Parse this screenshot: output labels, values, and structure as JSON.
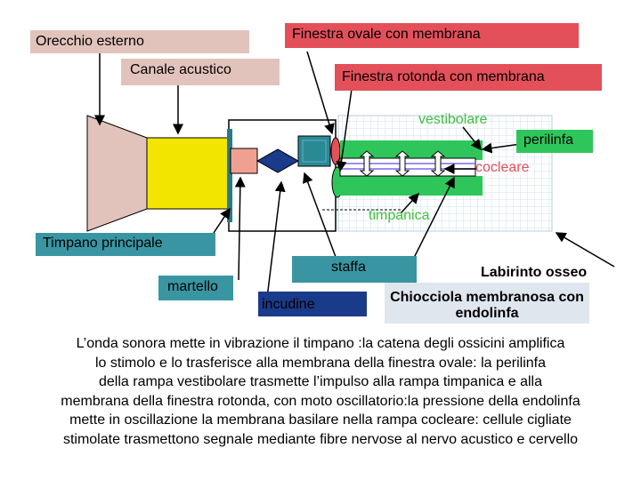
{
  "labels": {
    "outer_ear": "Orecchio esterno",
    "ear_canal": "Canale acustico",
    "oval_window": "Finestra ovale con membrana",
    "round_window": "Finestra rotonda con membrana",
    "vestibular": "vestibolare",
    "perilymph": "perilinfa",
    "cochlear": "cocleare",
    "tympanic": "timpanica",
    "eardrum": "Timpano principale",
    "hammer": "martello",
    "stirrup": "staffa",
    "anvil": "incudine",
    "bony_labyrinth": "Labirinto osseo",
    "membranous_cochlea": "Chiocciola membranosa con endolinfa"
  },
  "description": [
    "L’onda sonora mette in vibrazione il timpano :la catena degli ossicini amplifica",
    "lo stimolo e lo trasferisce alla membrana della finestra ovale: la perilinfa",
    "della rampa vestibolare trasmette l’impulso alla rampa timpanica e alla",
    "membrana della finestra rotonda, con moto oscillatorio:la pressione della endolinfa",
    "mette in oscillazione la membrana basilare nella rampa cocleare: cellule cigliate",
    "stimolate trasmettono segnale mediante fibre nervose al nervo acustico e cervello"
  ],
  "colors": {
    "pink_label": "#e2c3bc",
    "red_label": "#e4505a",
    "teal_label": "#3a95a3",
    "navy_label": "#1a3a8a",
    "green_fill": "#2ec65a",
    "yellow_canal": "#f2e600"
  }
}
